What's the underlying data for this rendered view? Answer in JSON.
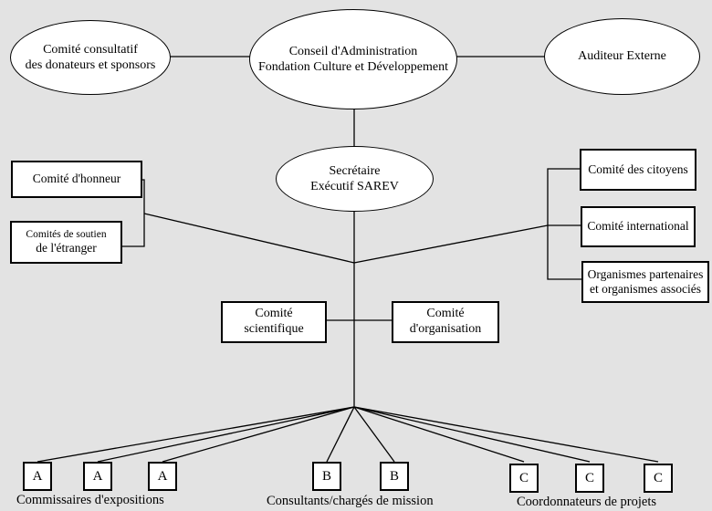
{
  "nodes": {
    "donors": [
      "Comité consultatif",
      "des donateurs et sponsors"
    ],
    "board": [
      "Conseil d'Administration",
      "Fondation Culture et Développement"
    ],
    "auditor": [
      "Auditeur Externe"
    ],
    "secretary": [
      "Secrétaire",
      "Exécutif SAREV"
    ],
    "honneur": [
      "Comité d'honneur"
    ],
    "soutien": [
      "Comités de soutien",
      "de l'étranger"
    ],
    "citoyens": [
      "Comité des citoyens"
    ],
    "international": [
      "Comité international"
    ],
    "partenaires": [
      "Organismes partenaires",
      "et organismes associés"
    ],
    "scientifique": [
      "Comité",
      "scientifique"
    ],
    "organisation": [
      "Comité",
      "d'organisation"
    ]
  },
  "groups": [
    {
      "label": "Commissaires d'expositions",
      "letter": "A",
      "count": 3
    },
    {
      "label": "Consultants/chargés de mission",
      "letter": "B",
      "count": 2
    },
    {
      "label": "Coordonnateurs de projets",
      "letter": "C",
      "count": 3
    }
  ]
}
